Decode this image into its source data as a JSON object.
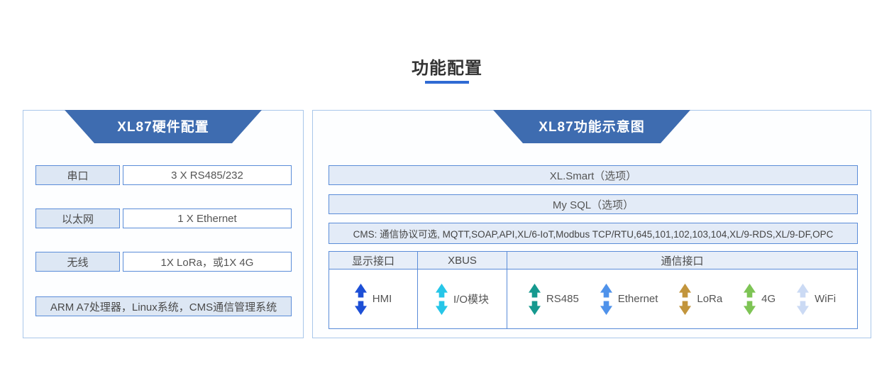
{
  "page": {
    "title": "功能配置"
  },
  "palette": {
    "accent_blue": "#2f6ad3",
    "header_blue": "#3e6cb0",
    "box_border_blue": "#5a8cd8",
    "panel_border_blue": "#a9c7ea",
    "box_fill_light": "#dde7f4"
  },
  "left_panel": {
    "header": "XL87硬件配置",
    "rows": [
      {
        "label": "串口",
        "value": "3 X RS485/232"
      },
      {
        "label": "以太网",
        "value": "1 X Ethernet"
      },
      {
        "label": "无线",
        "value": "1X LoRa，或1X 4G"
      }
    ],
    "footer": "ARM A7处理器，Linux系统，CMS通信管理系统"
  },
  "right_panel": {
    "header": "XL87功能示意图",
    "bars": [
      "XL.Smart（选项）",
      "My SQL（选项）",
      "CMS: 通信协议可选, MQTT,SOAP,API,XL/6-IoT,Modbus TCP/RTU,645,101,102,103,104,XL/9-RDS,XL/9-DF,OPC"
    ],
    "table": {
      "headers": [
        "显示接口",
        "XBUS",
        "通信接口"
      ],
      "interfaces": [
        {
          "label": "HMI",
          "icon": "updown-arrow-icon",
          "color": "#1d4fd6"
        },
        {
          "label": "I/O模块",
          "icon": "updown-arrow-icon",
          "color": "#26c6e8"
        },
        {
          "label": "RS485",
          "icon": "updown-arrow-icon",
          "color": "#16998f"
        },
        {
          "label": "Ethernet",
          "icon": "updown-arrow-icon",
          "color": "#4f92ea"
        },
        {
          "label": "LoRa",
          "icon": "updown-arrow-icon",
          "color": "#c2953c"
        },
        {
          "label": "4G",
          "icon": "updown-arrow-icon",
          "color": "#7ec455"
        },
        {
          "label": "WiFi",
          "icon": "updown-arrow-icon",
          "color": "#cbdaf4"
        }
      ]
    }
  }
}
